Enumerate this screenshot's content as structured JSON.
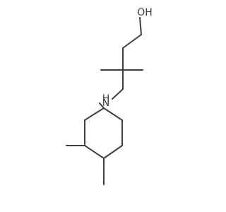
{
  "structure": {
    "atoms": {
      "oxygen": {
        "label": "OH"
      },
      "nitrogen": {
        "label": "H",
        "sublabel": "N"
      }
    },
    "colors": {
      "bond": "#3f3f3f",
      "label": "#3f3f3f",
      "background": "#ffffff"
    }
  }
}
